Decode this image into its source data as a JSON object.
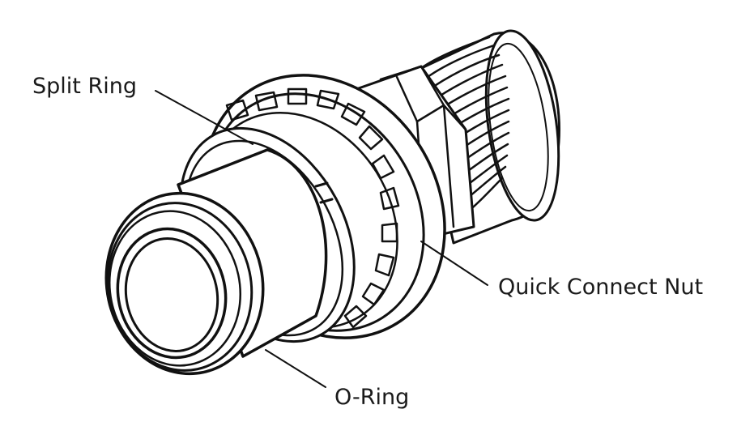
{
  "labels": {
    "split_ring": "Split Ring",
    "quick_connect_nut": "Quick Connect Nut",
    "o_ring": "O-Ring"
  },
  "colors": {
    "line": "#111111",
    "background": "#ffffff"
  }
}
